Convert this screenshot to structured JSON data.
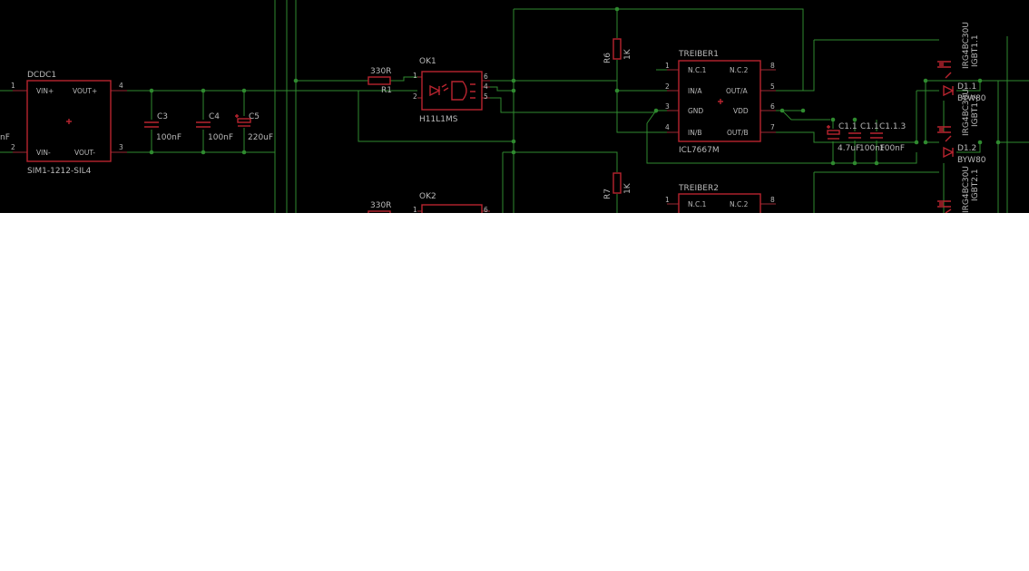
{
  "labels": {
    "dcdc_name": "DCDC1",
    "dcdc_value": "SIM1-1212-SIL4",
    "dcdc_vin_plus": "VIN+",
    "dcdc_vin_minus": "VIN-",
    "dcdc_vout_plus": "VOUT+",
    "dcdc_vout_minus": "VOUT-",
    "c3_name": "C3",
    "c3_value": "100nF",
    "c4_name": "C4",
    "c4_value": "100nF",
    "c5_name": "C5",
    "c5_value": "220uF",
    "left_value_fragment": "nF",
    "r1_value": "330R",
    "r1_name": "R1",
    "ok1_name": "OK1",
    "ok1_value": "H11L1MS",
    "r6_name": "R6",
    "r6_value": "1K",
    "r7_name": "R7",
    "r7_value": "1K",
    "treiber1_name": "TREIBER1",
    "treiber1_value": "ICL7667M",
    "treiber1_nc1": "N.C.1",
    "treiber1_nc2": "N.C.2",
    "treiber1_ina": "IN/A",
    "treiber1_outa": "OUT/A",
    "treiber1_gnd": "GND",
    "treiber1_vdd": "VDD",
    "treiber1_inb": "IN/B",
    "treiber1_outb": "OUT/B",
    "c111_name": "C1.1",
    "c111_value": "4.7uF",
    "c112_name": "C1.1",
    "c112_value": "100nF",
    "c113_name": "C1.1.3",
    "c113_value": "100nF",
    "d11_name": "D1.1",
    "d11_value": "BYW80",
    "d12_name": "D1.2",
    "d12_value": "BYW80",
    "igbt11_name": "IGBT1.1",
    "igbt11_value": "IRG4BC30U",
    "igbt12_name": "IGBT1.2",
    "igbt12_value": "IRG4BC30U",
    "igbt21_name": "IGBT2.1",
    "igbt21_value": "IRG4BC30U",
    "r2_value": "330R",
    "ok2_name": "OK2",
    "treiber2_name": "TREIBER2",
    "treiber2_nc1": "N.C.1",
    "treiber2_nc2": "N.C.2"
  },
  "pins": {
    "p1": "1",
    "p2": "2",
    "p3": "3",
    "p4": "4",
    "p5": "5",
    "p6": "6",
    "p7": "7",
    "p8": "8"
  },
  "colors": {
    "background": "#000000",
    "wire": "#2f8a2f",
    "component": "#b8242f",
    "text": "#b9b9b9"
  }
}
